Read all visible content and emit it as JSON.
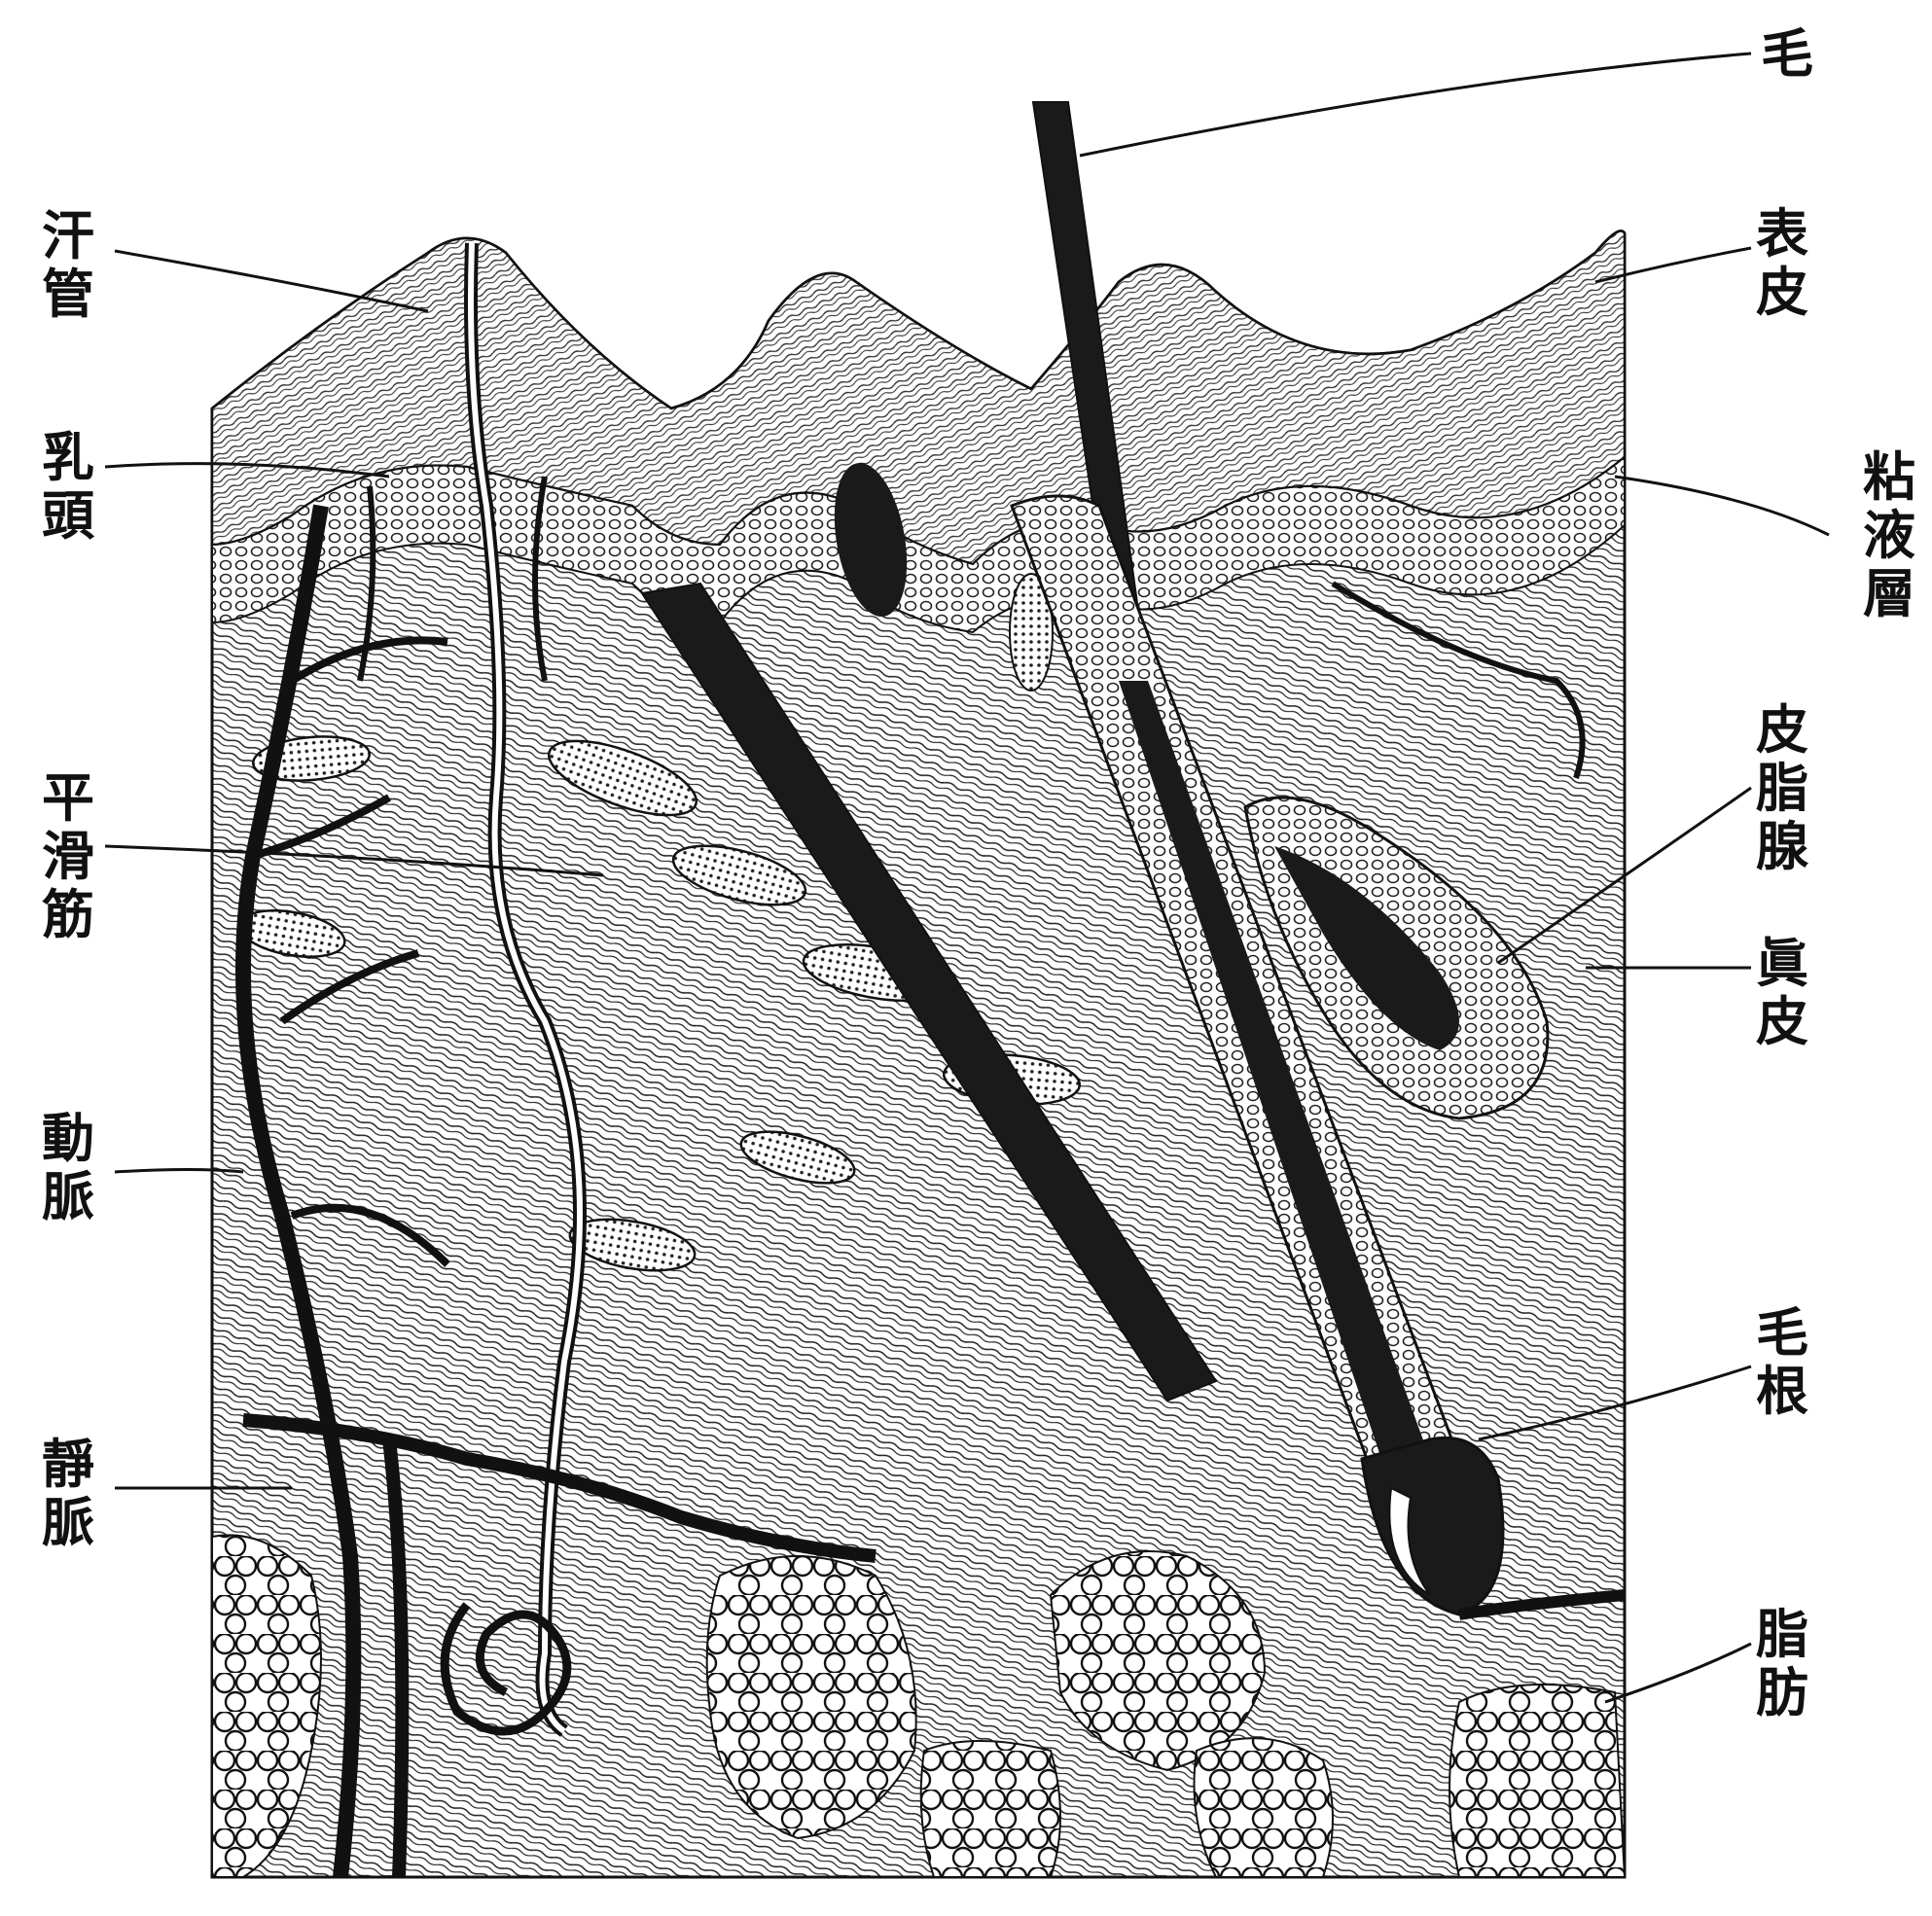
{
  "labels": {
    "hair": "毛",
    "sweat_duct": "汗管",
    "epidermis": "表皮",
    "papilla": "乳頭",
    "mucous_layer": "粘液層",
    "sebaceous_gland": "皮脂腺",
    "smooth_muscle": "平滑筋",
    "dermis": "眞皮",
    "artery": "動脈",
    "hair_root": "毛根",
    "vein": "靜脈",
    "fat": "脂肪"
  },
  "colors": {
    "ink": "#111111",
    "paper": "#ffffff",
    "tissue": "#d8d8d8"
  }
}
